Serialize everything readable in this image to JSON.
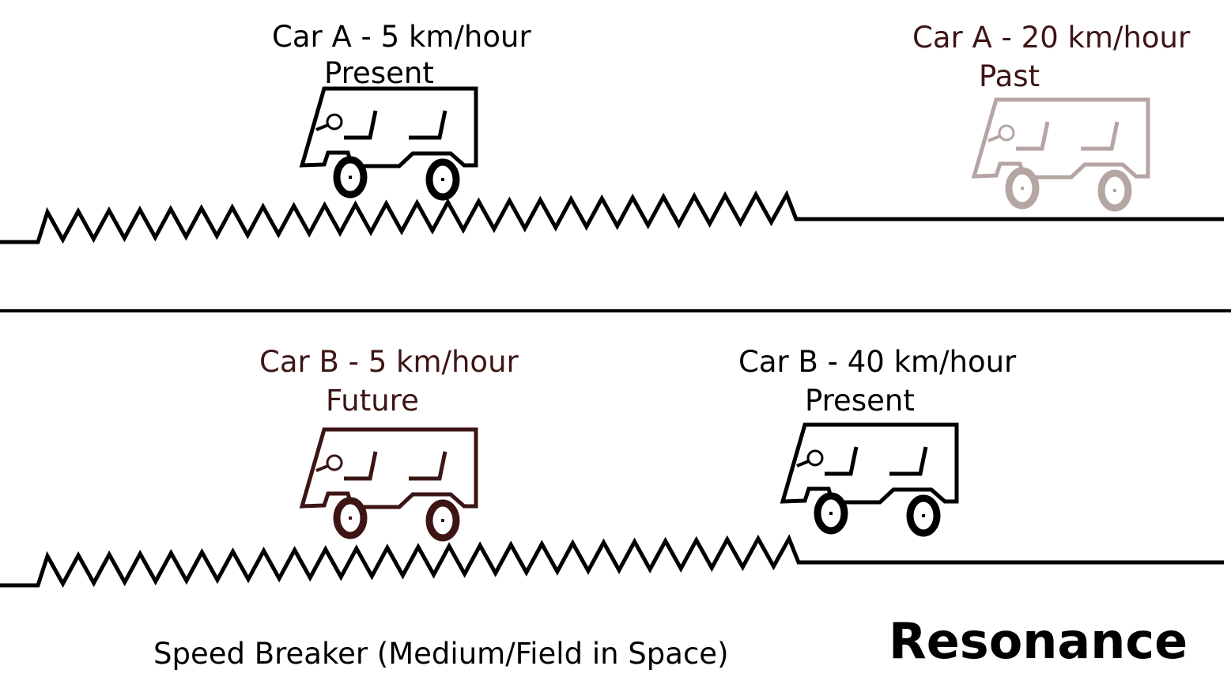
{
  "title": "Resonance",
  "caption": "Speed Breaker (Medium/Field in Space)",
  "colors": {
    "present": "#000000",
    "past": "#b5a5a3",
    "past_text": "#3d1515",
    "future": "#3d1515"
  },
  "panels": [
    {
      "name": "car-a-panel",
      "cars": [
        {
          "label": "Car A - 5 km/hour",
          "time": "Present",
          "state": "present"
        },
        {
          "label": "Car A - 20 km/hour",
          "time": "Past",
          "state": "past"
        }
      ]
    },
    {
      "name": "car-b-panel",
      "cars": [
        {
          "label": "Car B - 5 km/hour",
          "time": "Future",
          "state": "future"
        },
        {
          "label": "Car B - 40 km/hour",
          "time": "Present",
          "state": "present"
        }
      ]
    }
  ]
}
